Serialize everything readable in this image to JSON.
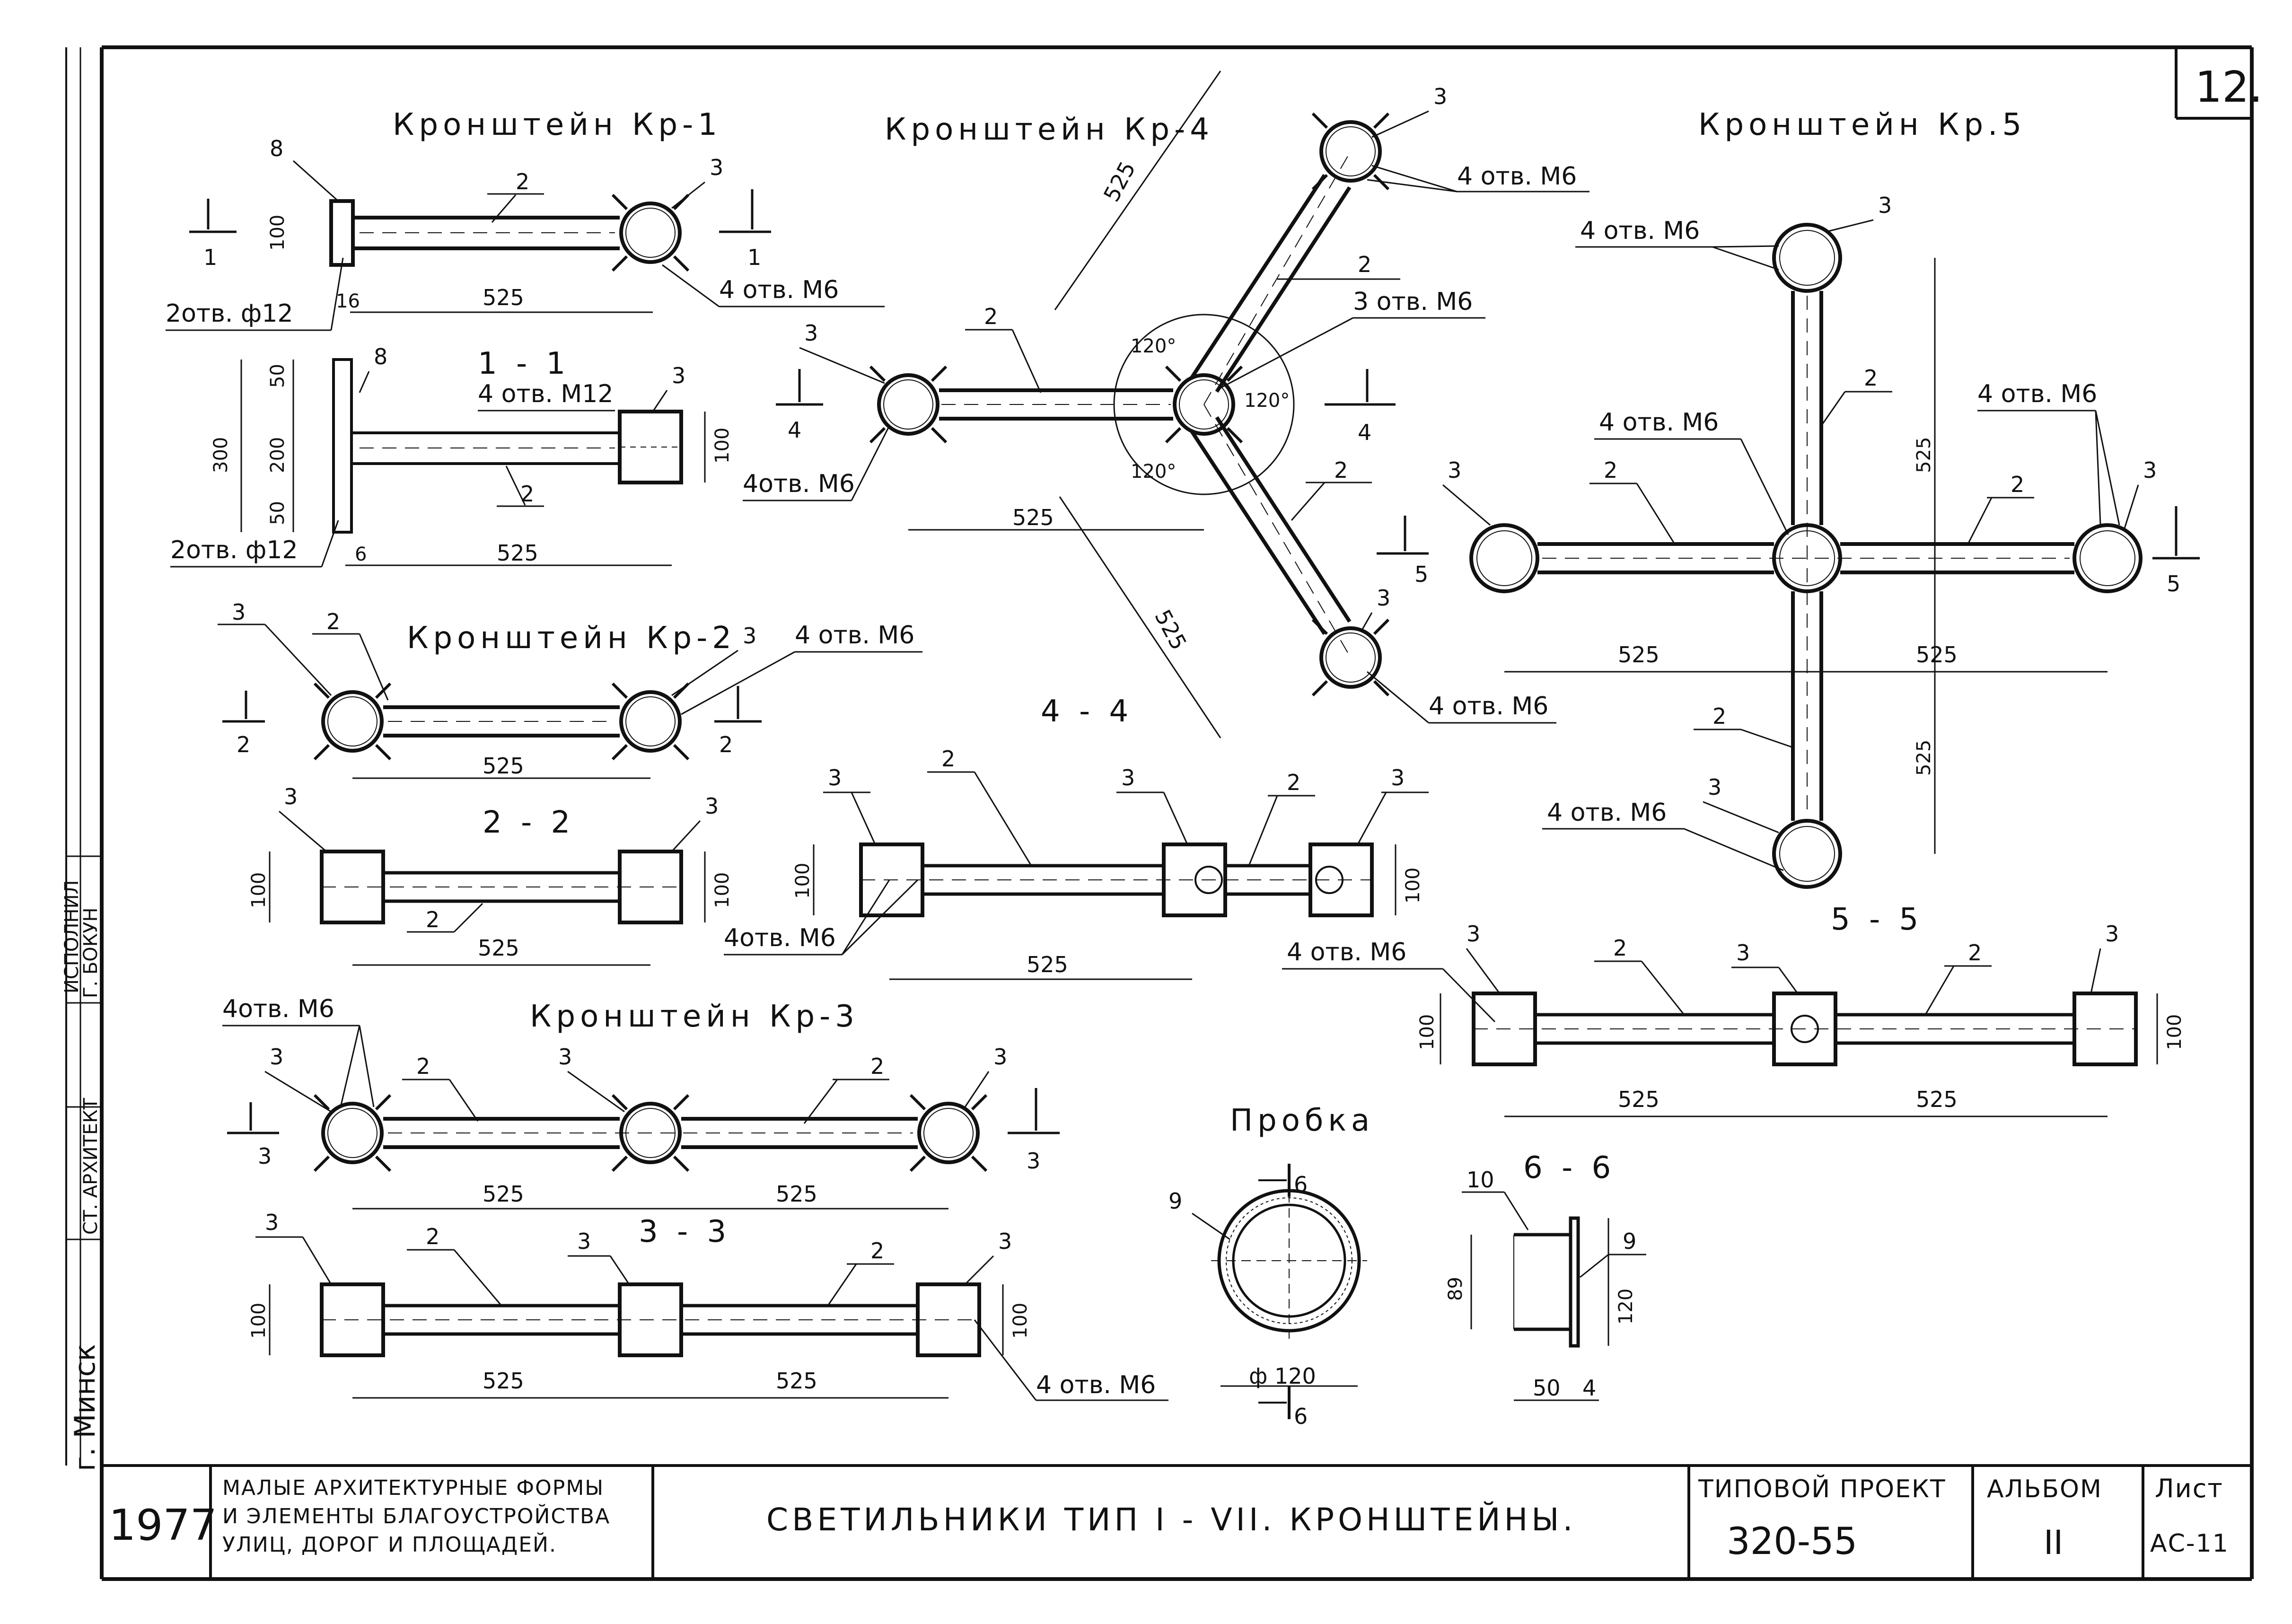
{
  "sheet_number": "12.",
  "colors": {
    "ink": "#111111",
    "paper": "#ffffff"
  },
  "side_stamp": {
    "city": "г. Минск",
    "row1_role": "СТ. АРХИТЕКТ",
    "row1_name": "Г. БОКУН",
    "row2_role": "ИСПОЛНИЛ"
  },
  "kr1": {
    "title": "Кронштейн Кр-1",
    "part8": "8",
    "part2": "2",
    "part3": "3",
    "holes_m6": "4 отв. М6",
    "holes_phi12": "2отв. ф12",
    "dim_100": "100",
    "dim_16": "16",
    "dim_525": "525",
    "cut": "1"
  },
  "sec11": {
    "title": "1 - 1",
    "part8": "8",
    "part3": "3",
    "part2": "2",
    "holes_m12": "4 отв. М12",
    "holes_phi12": "2отв. ф12",
    "dim_300": "300",
    "dim_50a": "50",
    "dim_200": "200",
    "dim_50b": "50",
    "dim_100": "100",
    "dim_6": "6",
    "dim_525": "525"
  },
  "kr2": {
    "title": "Кронштейн Кр-2",
    "part3a": "3",
    "part2": "2",
    "part3b": "3",
    "holes_m6": "4 отв. М6",
    "dim_525": "525",
    "cut": "2"
  },
  "sec22": {
    "title": "2 - 2",
    "part3a": "3",
    "part3b": "3",
    "part2": "2",
    "dim_100a": "100",
    "dim_100b": "100",
    "dim_525": "525"
  },
  "kr3": {
    "title": "Кронштейн Кр-3",
    "holes_m6": "4отв. М6",
    "part3a": "3",
    "part2a": "2",
    "part3b": "3",
    "part2b": "2",
    "part3c": "3",
    "dim_525a": "525",
    "dim_525b": "525",
    "cut": "3"
  },
  "sec33": {
    "title": "3 - 3",
    "part3a": "3",
    "part2a": "2",
    "part3b": "3",
    "part2b": "2",
    "part3c": "3",
    "dim_100a": "100",
    "dim_100b": "100",
    "holes_m6": "4 отв. М6",
    "dim_525a": "525",
    "dim_525b": "525"
  },
  "kr4": {
    "title": "Кронштейн Кр-4",
    "part3a": "3",
    "part3b": "3",
    "part3c": "3",
    "part2a": "2",
    "part2b": "2",
    "part2c": "2",
    "holes_m6a": "4 отв. М6",
    "holes_m6b": "4отв. М6",
    "holes_m6c": "4 отв. М6",
    "holes_3m6": "3 отв. М6",
    "ang1": "120°",
    "ang2": "120°",
    "ang3": "120°",
    "dim_525a": "525",
    "dim_525b": "525",
    "dim_525c": "525",
    "cut4": "4",
    "cut5": "5"
  },
  "sec44": {
    "title": "4 - 4",
    "part3a": "3",
    "part2a": "2",
    "part3b": "3",
    "part2b": "2",
    "part3c": "3",
    "dim_100a": "100",
    "dim_100b": "100",
    "holes_m6": "4отв. М6",
    "dim_525": "525"
  },
  "kr5": {
    "title": "Кронштейн Кр.5",
    "part3a": "3",
    "part3b": "3",
    "part3c": "3",
    "part3d": "3",
    "part2a": "2",
    "part2b": "2",
    "part2c": "2",
    "part2d": "2",
    "holes_m6a": "4 отв. М6",
    "holes_m6b": "4 отв. М6",
    "holes_m6c": "4 отв. М6",
    "holes_m6d": "4 отв. М6",
    "dim_525a": "525",
    "dim_525b": "525",
    "dim_525c": "525",
    "dim_525d": "525",
    "cut": "5"
  },
  "sec55": {
    "title": "5 - 5",
    "holes_m6": "4 отв. М6",
    "part3a": "3",
    "part2a": "2",
    "part3b": "3",
    "part2b": "2",
    "part3c": "3",
    "dim_100a": "100",
    "dim_100b": "100",
    "dim_525a": "525",
    "dim_525b": "525"
  },
  "plug": {
    "title": "Пробка",
    "part9": "9",
    "cut": "6",
    "dim_phi120": "ф 120"
  },
  "sec66": {
    "title": "6 - 6",
    "part10": "10",
    "part9": "9",
    "dim_89": "89",
    "dim_120": "120",
    "dim_50": "50",
    "dim_4": "4"
  },
  "title_block": {
    "year": "1977",
    "project_name_l1": "МАЛЫЕ АРХИТЕКТУРНЫЕ ФОРМЫ",
    "project_name_l2": "И ЭЛЕМЕНТЫ БЛАГОУСТРОЙСТВА",
    "project_name_l3": "УЛИЦ, ДОРОГ И ПЛОЩАДЕЙ.",
    "sheet_title": "СВЕТИЛЬНИКИ ТИП I - VII. КРОНШТЕЙНЫ.",
    "typical_project_label": "ТИПОВОЙ ПРОЕКТ",
    "typical_project_number": "320-55",
    "album_label": "АЛЬБОМ",
    "album_number": "II",
    "sheet_label": "Лист",
    "sheet_code": "АС-11"
  }
}
